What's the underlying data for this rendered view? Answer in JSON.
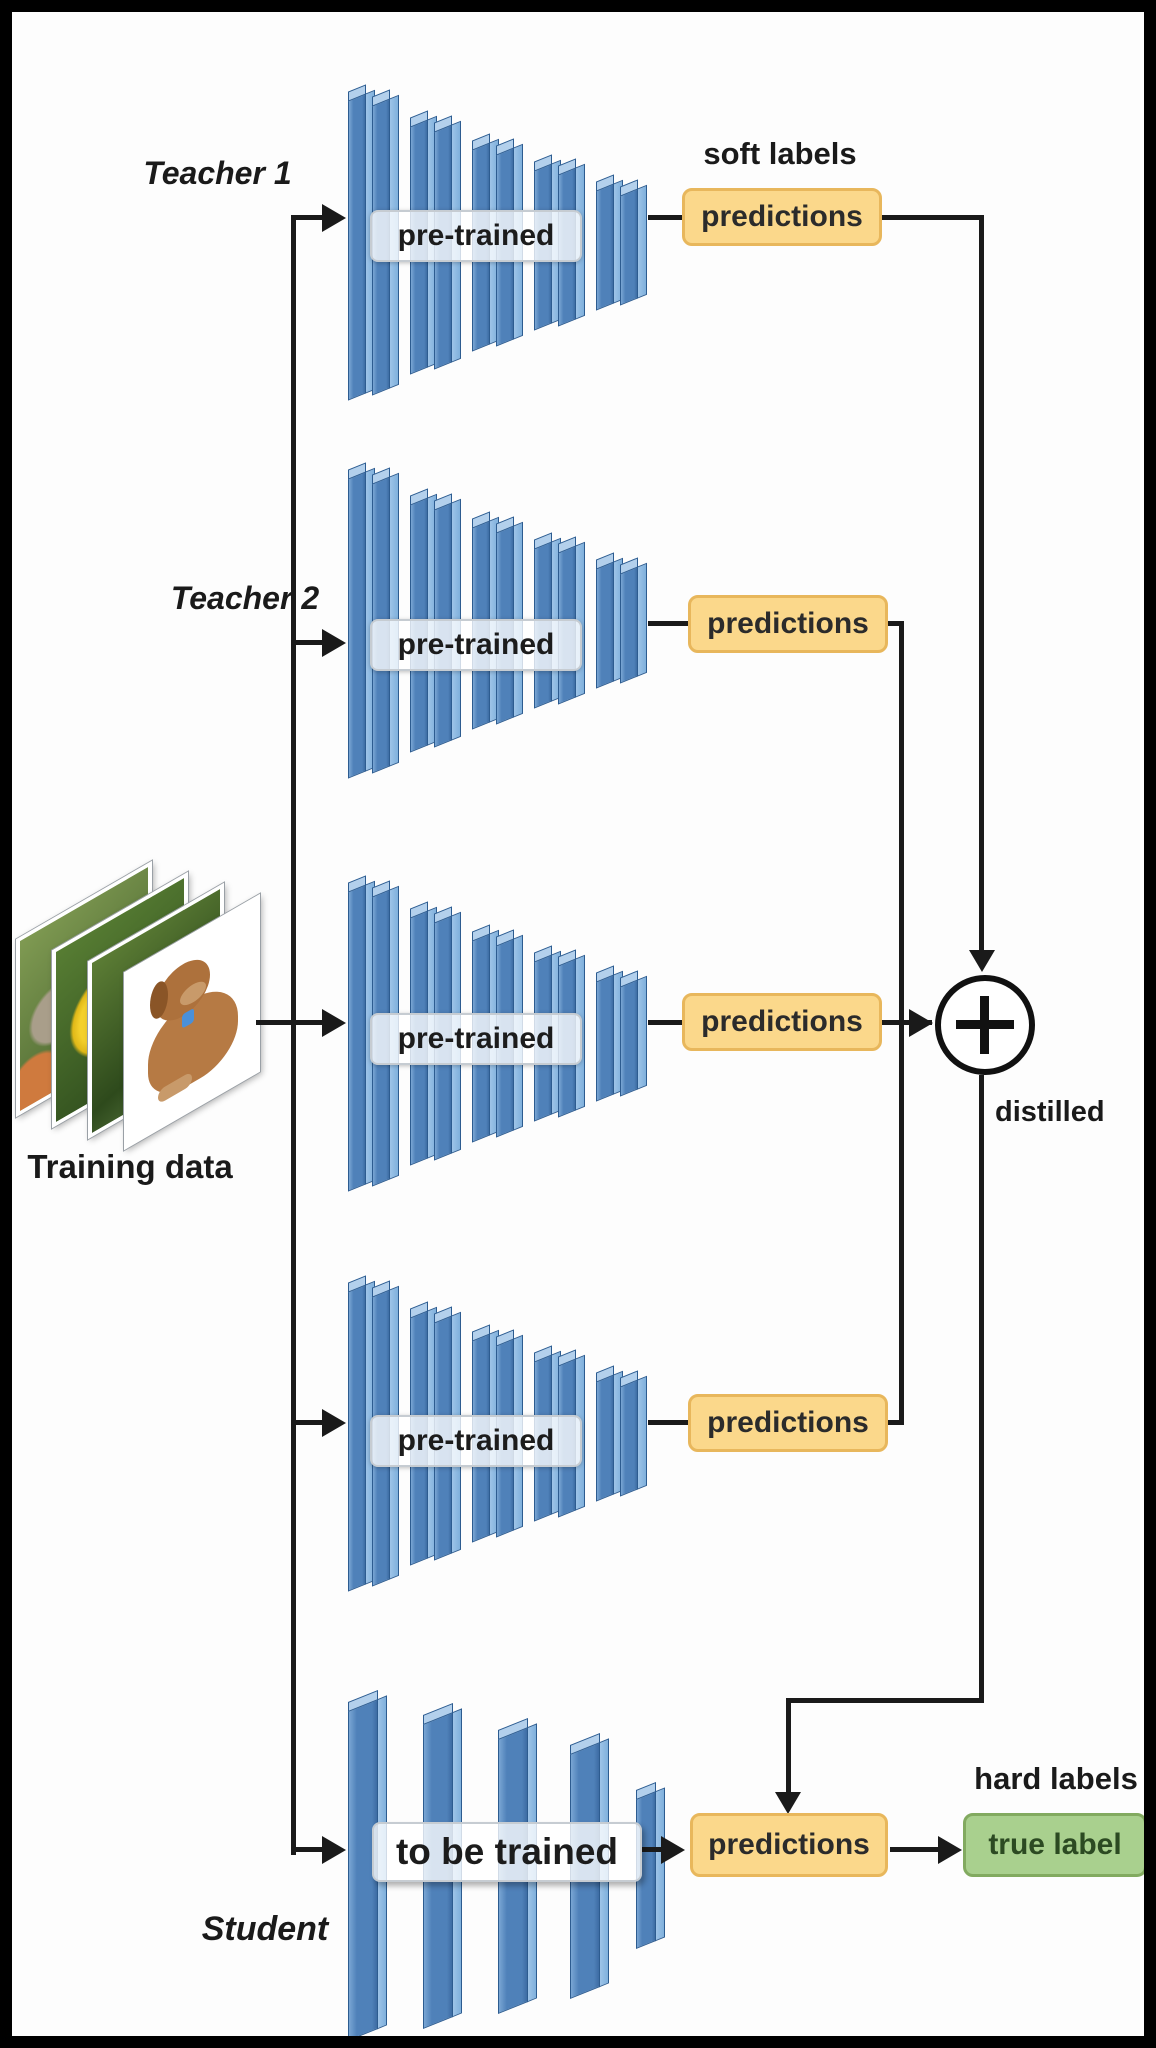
{
  "diagram": {
    "labels": {
      "teacher1": "Teacher 1",
      "teacher2": "Teacher 2",
      "student": "Student",
      "training_data": "Training data",
      "soft_labels": "soft labels",
      "hard_labels": "hard labels",
      "distilled": "distilled"
    },
    "teachers": [
      {
        "network_label": "pre-trained",
        "output_label": "predictions"
      },
      {
        "network_label": "pre-trained",
        "output_label": "predictions"
      },
      {
        "network_label": "pre-trained",
        "output_label": "predictions"
      },
      {
        "network_label": "pre-trained",
        "output_label": "predictions"
      }
    ],
    "student_network": {
      "network_label": "to be trained",
      "output_label": "predictions"
    },
    "true_label_box": {
      "label": "true label"
    },
    "aggregator": {
      "symbol": "+"
    },
    "colors": {
      "prediction_fill": "#fbd88b",
      "prediction_border": "#e8b75c",
      "true_label_fill": "#a9d08e",
      "true_label_border": "#82aa60",
      "network_blue": "#4f81b9",
      "network_blue_light": "#9ec4e8",
      "line_color": "#1a1a1a",
      "background": "#ffffff",
      "frame": "#000000"
    }
  }
}
